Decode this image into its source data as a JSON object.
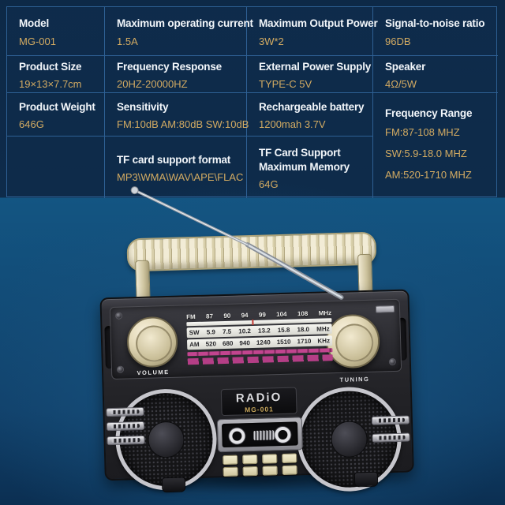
{
  "spec_table": {
    "model": {
      "label": "Model",
      "value": "MG-001"
    },
    "max_current": {
      "label": "Maximum operating current",
      "value": "1.5A"
    },
    "max_output": {
      "label": "Maximum Output Power",
      "value": "3W*2"
    },
    "snr": {
      "label": "Signal-to-noise ratio",
      "value": "96DB"
    },
    "size": {
      "label": "Product Size",
      "value": "19×13×7.7cm"
    },
    "freq_response": {
      "label": "Frequency Response",
      "value": "20HZ-20000HZ"
    },
    "ext_power": {
      "label": "External Power Supply",
      "value": "TYPE-C 5V"
    },
    "speaker": {
      "label": "Speaker",
      "value": "4Ω/5W"
    },
    "weight": {
      "label": "Product Weight",
      "value": "646G"
    },
    "sensitivity": {
      "label": "Sensitivity",
      "value": "FM:10dB AM:80dB SW:10dB"
    },
    "battery": {
      "label": "Rechargeable battery",
      "value": "1200mah 3.7V"
    },
    "freq_range": {
      "label": "Frequency Range",
      "values": [
        "FM:87-108 MHZ",
        "SW:5.9-18.0 MHZ",
        "AM:520-1710 MHZ"
      ]
    },
    "tf_format": {
      "label": "TF card support format",
      "value": "MP3\\WMA\\WAV\\APE\\FLAC"
    },
    "tf_memory": {
      "label": "TF Card Support Maximum Memory",
      "value": "64G"
    }
  },
  "radio": {
    "brand": "RADiO",
    "model": "MG-001",
    "volume_label": "VOLUME",
    "tuning_label": "TUNING",
    "dial": {
      "fm": {
        "band": "FM",
        "ticks": [
          "87",
          "90",
          "94",
          "99",
          "104",
          "108"
        ],
        "unit": "MHz"
      },
      "sw": {
        "band": "SW",
        "ticks": [
          "5.9",
          "7.5",
          "10.2",
          "13.2",
          "15.8",
          "18.0"
        ],
        "unit": "MHz"
      },
      "am": {
        "band": "AM",
        "ticks": [
          "520",
          "680",
          "940",
          "1240",
          "1510",
          "1710"
        ],
        "unit": "KHz"
      }
    }
  },
  "colors": {
    "accent_gold": "#d3ab62",
    "header_text": "#f2f6fa",
    "table_border": "#2e6094",
    "background_navy": "#0d2947",
    "background_blue": "#16507c",
    "magenta_bar": "#b84390",
    "handle_cream": "#e8dfc0"
  }
}
